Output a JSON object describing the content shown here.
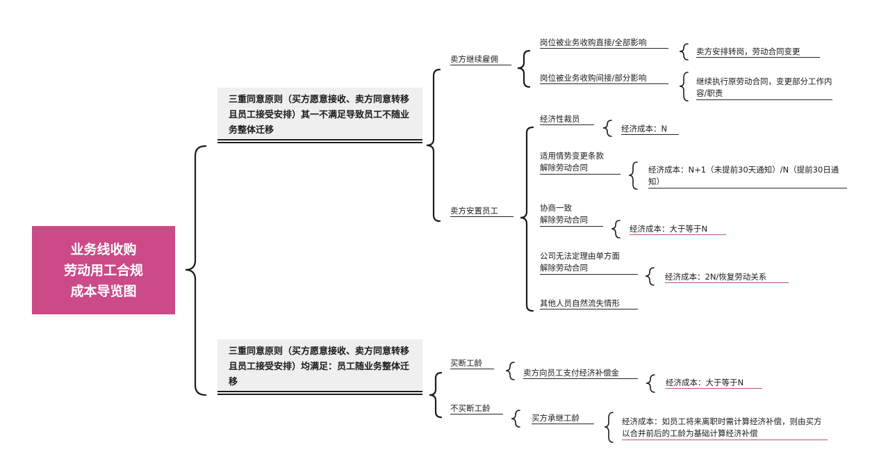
{
  "root": {
    "lines": [
      "业务线收购",
      "劳动用工合规",
      "成本导览图"
    ]
  },
  "branch1": {
    "title": "三重同意原则（买方愿意接收、卖方同意转移且员工接受安排）其一不满足导致员工不随业务整体迁移",
    "continue": {
      "label": "卖方继续雇佣",
      "item1": {
        "label": "岗位被业务收购直接/全部影响",
        "result": "卖方安排转岗，劳动合同变更"
      },
      "item2": {
        "label": "岗位被业务收购间接/部分影响",
        "result": "继续执行原劳动合同，变更部分工作内容/职责"
      }
    },
    "resettle": {
      "label": "卖方安置员工",
      "eco": {
        "label": "经济性裁员",
        "result": "经济成本：N"
      },
      "change": {
        "line1": "适用情势变更条款",
        "line2": "解除劳动合同",
        "result": "经济成本：N+1（未提前30天通知）/N（提前30日通知）"
      },
      "negotiate": {
        "line1": "协商一致",
        "line2": "解除劳动合同",
        "result": "经济成本：大于等于N"
      },
      "unilateral": {
        "line1": "公司无法定理由单方面",
        "line2": "解除劳动合同",
        "result": "经济成本：2N/恢复劳动关系"
      },
      "natural": {
        "label": "其他人员自然流失情形"
      }
    }
  },
  "branch2": {
    "title": "三重同意原则（买方愿意接收、卖方同意转移且员工接受安排）均满足：员工随业务整体迁移",
    "buyout": {
      "label": "买断工龄",
      "item": {
        "label": "卖方向员工支付经济补偿金",
        "result": "经济成本：大于等于N"
      }
    },
    "nobuyout": {
      "label": "不买断工龄",
      "item": {
        "label": "买方承继工龄",
        "result": "经济成本：如员工将来离职时需计算经济补偿，则由买方以合并前后的工龄为基础计算经济补偿"
      }
    }
  },
  "colors": {
    "root_bg": "#cb4a87",
    "accent_underline": "#c04a86",
    "box_bg": "#efefef"
  }
}
